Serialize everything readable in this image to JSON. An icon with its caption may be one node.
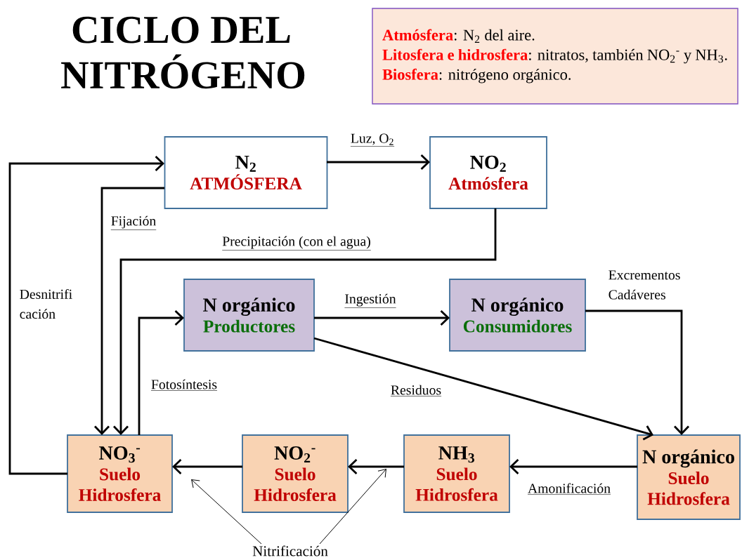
{
  "diagram": {
    "title": "CICLO DEL NITRÓGENO",
    "nodes": [
      {
        "text": [
          "Atmósfera",
          ": N$_{2}$ del aire.",
          "**Litosfera** e **hidrosfera**",
          ": nitratos, también NO$_{2}$$^{-}$ y NH$_{3}$.",
          "Biosfera",
          ": nitrógeno orgánico."
        ]
      },
      {
        "text": [
          "N$_{2}$",
          "ATMÓSFERA"
        ]
      },
      {
        "text": [
          "NO$_{2}$",
          "Atmósfera"
        ]
      },
      {
        "text": [
          "N orgánico",
          "Productores"
        ]
      },
      {
        "text": [
          "N orgánico",
          "Consumidores"
        ]
      },
      {
        "text": [
          "NO$_{3}$$^{-}$",
          "Suelo Hidrosfera"
        ]
      },
      {
        "text": [
          "NO$_{2}$$^{-}$",
          "Suelo Hidrosfera"
        ]
      },
      {
        "text": [
          "NH$_{3}$",
          "Suelo Hidrosfera"
        ]
      },
      {
        "text": [
          "N orgánico",
          "Suelo Hidrosfera"
        ]
      },
      {
        "text": [
          "Nitrificación"
        ]
      }
    ],
    "edges": [
      {
        "from": 1,
        "to": 2,
        "arrow": "to",
        "label": "Luz, O$_{2}$"
      },
      {
        "from": 1,
        "to": 5,
        "arrow": "to",
        "label": "Fijación"
      },
      {
        "from": 2,
        "to": 5,
        "arrow": "to",
        "label": "Precipitación (con el agua)"
      },
      {
        "from": 5,
        "to": 1,
        "arrow": "to",
        "label": "Desnitrifi cación"
      },
      {
        "from": 5,
        "to": 3,
        "arrow": "to",
        "label": "Fotosíntesis"
      },
      {
        "from": 3,
        "to": 4,
        "arrow": "to",
        "label": "Ingestión"
      },
      {
        "from": 3,
        "to": 8,
        "arrow": "to",
        "label": "Residuos"
      },
      {
        "from": 4,
        "to": 8,
        "arrow": "to",
        "label": "Excrementos Cadáveres"
      },
      {
        "from": 8,
        "to": 7,
        "arrow": "to",
        "label": "Amonificación"
      },
      {
        "from": 7,
        "to": 6,
        "arrow": "to"
      },
      {
        "from": 6,
        "to": 5,
        "arrow": "to"
      },
      {
        "from": 9,
        "to": null,
        "arrow": "to"
      },
      {
        "from": 9,
        "to": null,
        "arrow": "to"
      }
    ]
  }
}
